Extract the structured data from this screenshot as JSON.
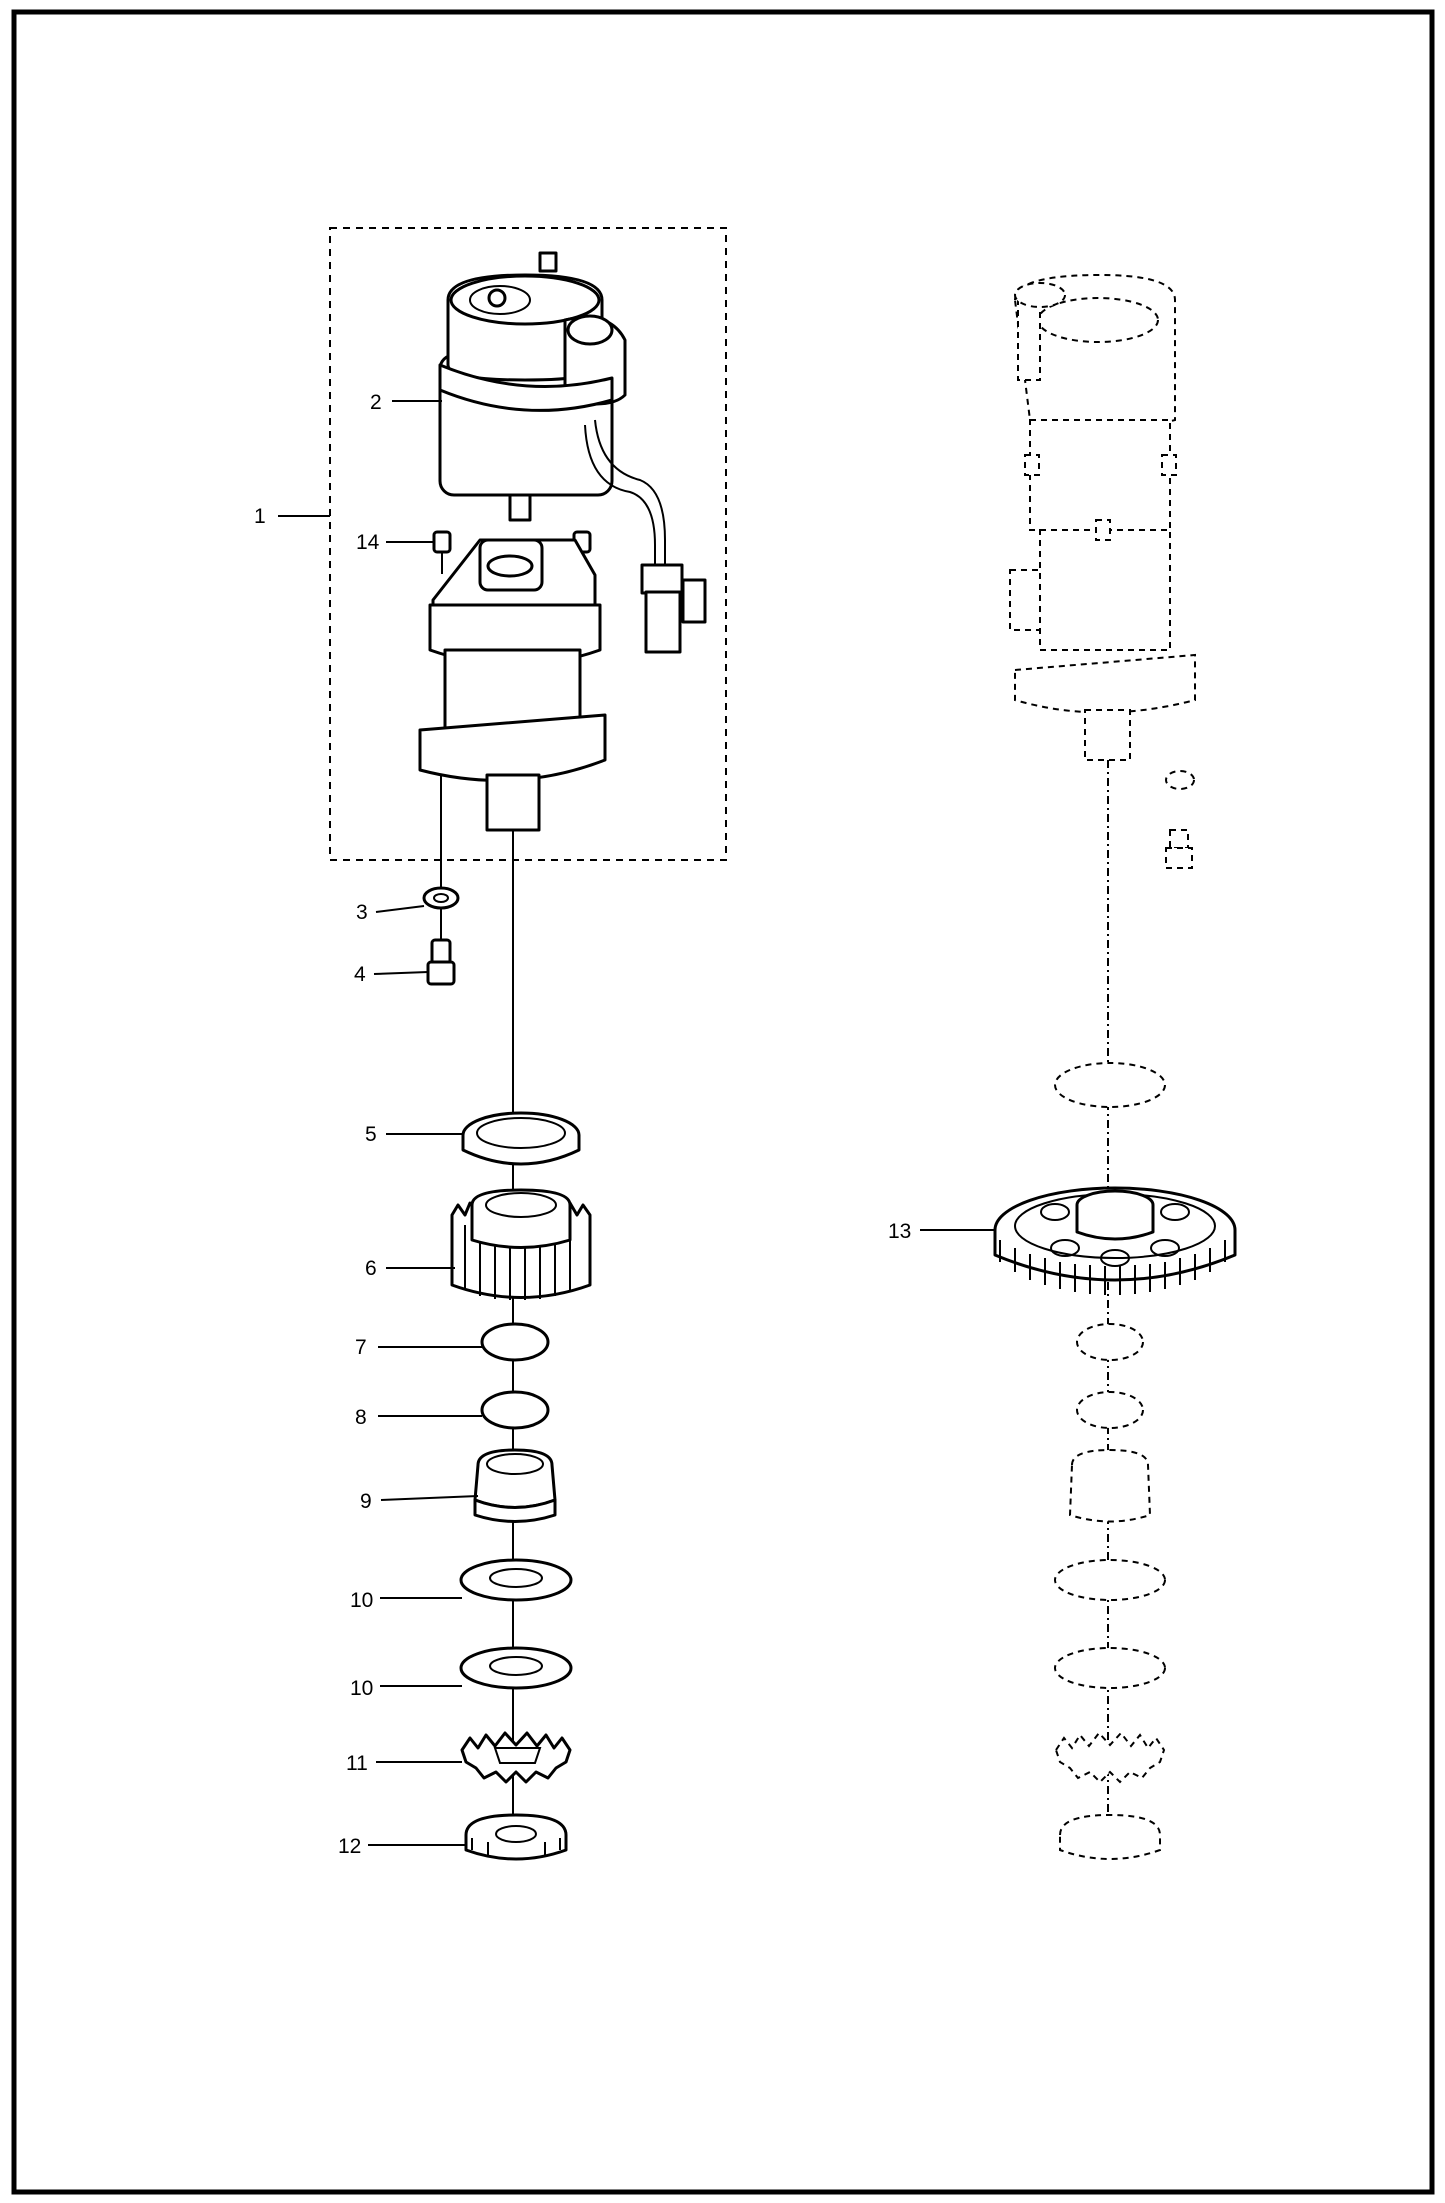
{
  "diagram": {
    "callouts": [
      {
        "id": "c1",
        "label": "1"
      },
      {
        "id": "c2",
        "label": "2"
      },
      {
        "id": "c14",
        "label": "14"
      },
      {
        "id": "c3",
        "label": "3"
      },
      {
        "id": "c4",
        "label": "4"
      },
      {
        "id": "c5",
        "label": "5"
      },
      {
        "id": "c6",
        "label": "6"
      },
      {
        "id": "c7",
        "label": "7"
      },
      {
        "id": "c8",
        "label": "8"
      },
      {
        "id": "c9",
        "label": "9"
      },
      {
        "id": "c10a",
        "label": "10"
      },
      {
        "id": "c10b",
        "label": "10"
      },
      {
        "id": "c11",
        "label": "11"
      },
      {
        "id": "c12",
        "label": "12"
      },
      {
        "id": "c13",
        "label": "13"
      }
    ]
  }
}
